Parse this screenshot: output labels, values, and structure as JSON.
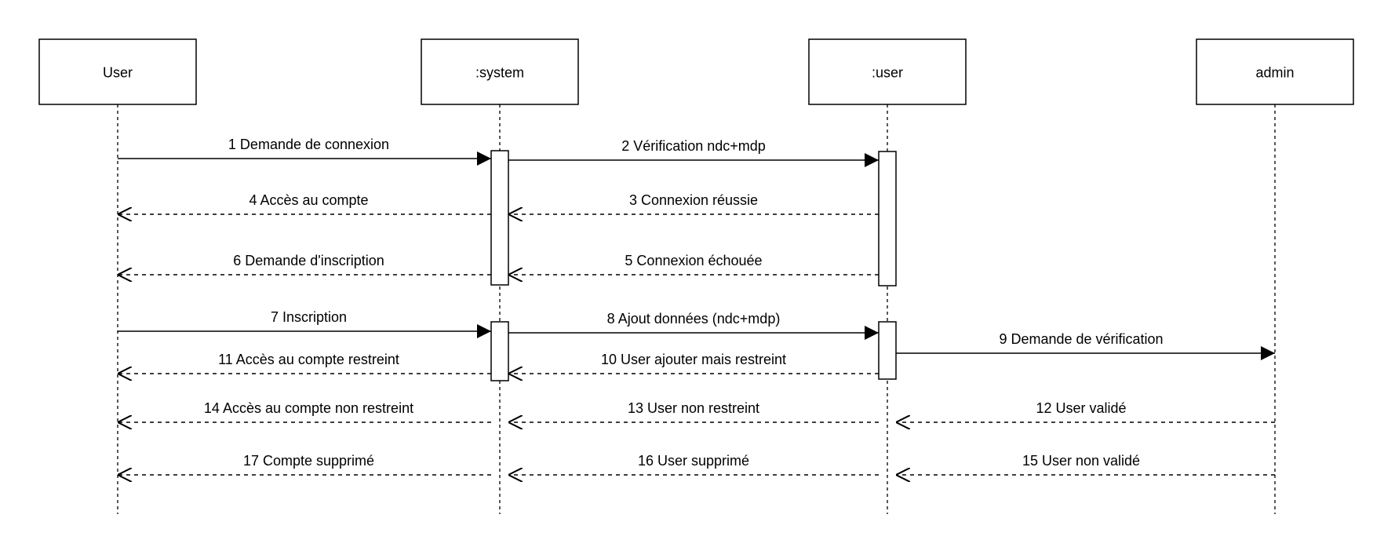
{
  "diagram": {
    "participants": [
      {
        "id": "user-actor",
        "label": "User"
      },
      {
        "id": "system",
        "label": ":system"
      },
      {
        "id": "user-object",
        "label": ":user"
      },
      {
        "id": "admin",
        "label": "admin"
      }
    ],
    "messages": [
      {
        "number": 1,
        "label": "1 Demande de connexion",
        "from": "user-actor",
        "to": "system",
        "kind": "sync"
      },
      {
        "number": 2,
        "label": "2 Vérification ndc+mdp",
        "from": "system",
        "to": "user-object",
        "kind": "sync"
      },
      {
        "number": 3,
        "label": "3 Connexion réussie",
        "from": "user-object",
        "to": "system",
        "kind": "return"
      },
      {
        "number": 4,
        "label": "4 Accès au compte",
        "from": "system",
        "to": "user-actor",
        "kind": "return"
      },
      {
        "number": 5,
        "label": "5 Connexion échouée",
        "from": "user-object",
        "to": "system",
        "kind": "return"
      },
      {
        "number": 6,
        "label": "6 Demande d'inscription",
        "from": "system",
        "to": "user-actor",
        "kind": "return"
      },
      {
        "number": 7,
        "label": "7 Inscription",
        "from": "user-actor",
        "to": "system",
        "kind": "sync"
      },
      {
        "number": 8,
        "label": "8 Ajout données (ndc+mdp)",
        "from": "system",
        "to": "user-object",
        "kind": "sync"
      },
      {
        "number": 9,
        "label": "9 Demande de vérification",
        "from": "user-object",
        "to": "admin",
        "kind": "sync"
      },
      {
        "number": 10,
        "label": "10 User ajouter mais restreint",
        "from": "user-object",
        "to": "system",
        "kind": "return"
      },
      {
        "number": 11,
        "label": "11 Accès au compte restreint",
        "from": "system",
        "to": "user-actor",
        "kind": "return"
      },
      {
        "number": 12,
        "label": "12 User validé",
        "from": "admin",
        "to": "user-object",
        "kind": "return"
      },
      {
        "number": 13,
        "label": "13 User non restreint",
        "from": "user-object",
        "to": "system",
        "kind": "return"
      },
      {
        "number": 14,
        "label": "14 Accès au compte non restreint",
        "from": "system",
        "to": "user-actor",
        "kind": "return"
      },
      {
        "number": 15,
        "label": "15 User non validé",
        "from": "admin",
        "to": "user-object",
        "kind": "return"
      },
      {
        "number": 16,
        "label": "16 User supprimé",
        "from": "user-object",
        "to": "system",
        "kind": "return"
      },
      {
        "number": 17,
        "label": "17 Compte supprimé",
        "from": "system",
        "to": "user-actor",
        "kind": "return"
      }
    ],
    "activations": [
      {
        "id": "system-activation-1",
        "participant": "system",
        "from_message": 1,
        "to_message": 6
      },
      {
        "id": "user-object-activation-1",
        "participant": "user-object",
        "from_message": 2,
        "to_message": 5
      },
      {
        "id": "system-activation-2",
        "participant": "system",
        "from_message": 7,
        "to_message": 11
      },
      {
        "id": "user-object-activation-2",
        "participant": "user-object",
        "from_message": 8,
        "to_message": 10
      }
    ]
  }
}
